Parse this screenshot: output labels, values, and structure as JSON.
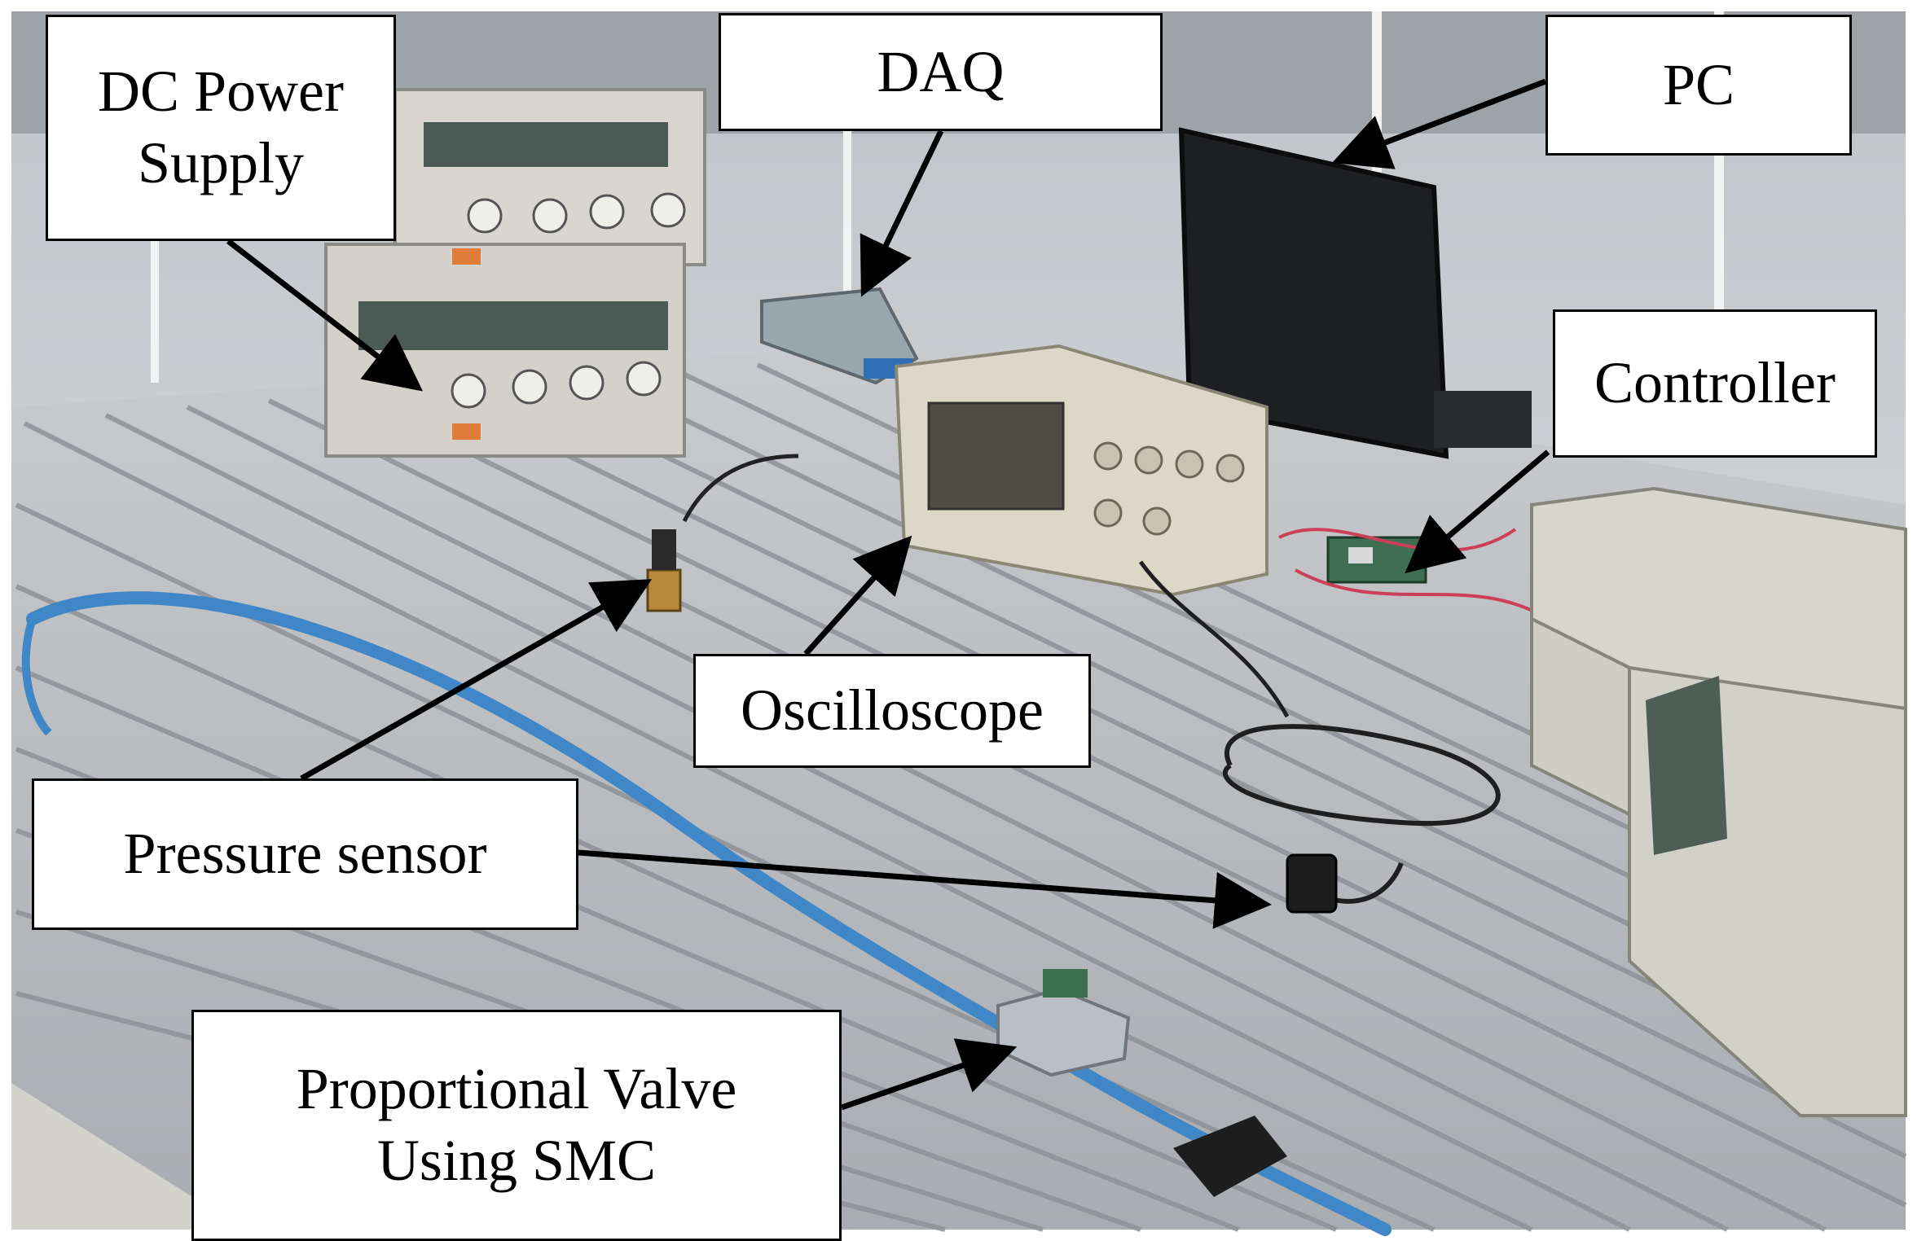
{
  "labels": {
    "dc_power_supply": {
      "line1": "DC Power",
      "line2": "Supply"
    },
    "daq": "DAQ",
    "pc": "PC",
    "controller": "Controller",
    "oscilloscope": "Oscilloscope",
    "pressure_sensor": "Pressure sensor",
    "proportional_valve": {
      "line1": "Proportional Valve",
      "line2": "Using SMC"
    }
  },
  "colors": {
    "table_surface": "#b9bbbf",
    "wall": "#d9dcdf",
    "air_hose": "#3f87c6",
    "arrow": "#000000"
  }
}
